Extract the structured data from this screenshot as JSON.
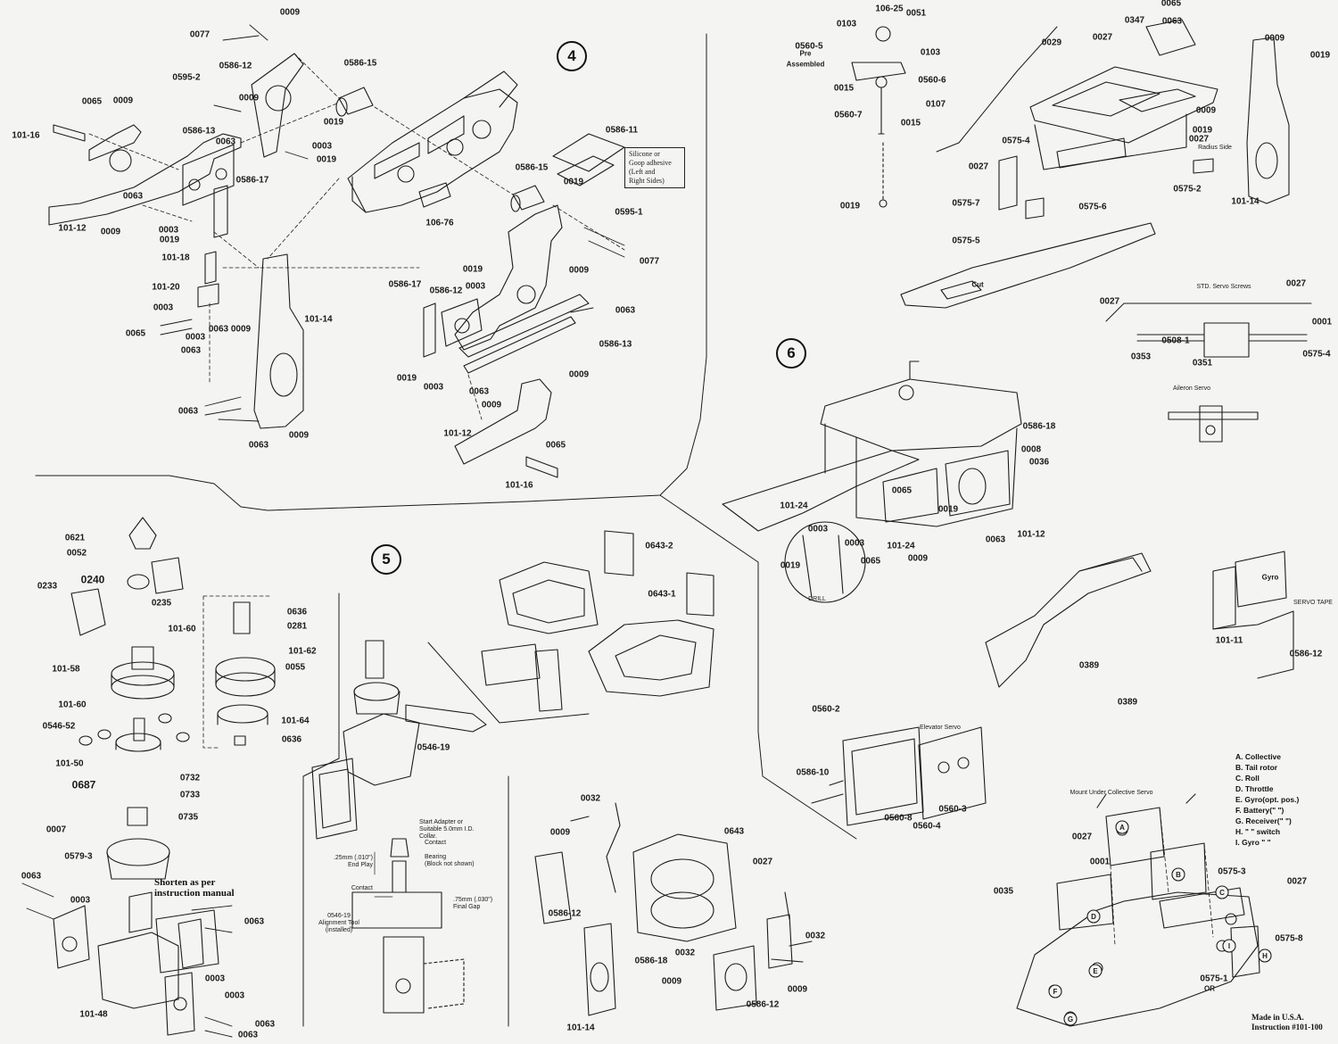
{
  "steps": {
    "s4": "4",
    "s5": "5",
    "s6": "6"
  },
  "notes": {
    "silicone": [
      "Silicone or",
      "Goop adhesive",
      "(Left and",
      "Right Sides)"
    ],
    "pre_assembled": [
      "Pre",
      "Assembled"
    ],
    "radius_side": "Radius Side",
    "cut": "Cut",
    "std_servo_screws": "STD. Servo Screws",
    "aileron_servo": "Aileron Servo",
    "drill": "DRILL",
    "elevator_servo": "Elevator Servo",
    "servo_tape": "SERVO TAPE",
    "gyro": "Gyro",
    "mount_under": "Mount Under Collective Servo",
    "shorten": [
      "Shorten as per",
      "instruction manual"
    ],
    "or": "OR",
    "start_adapter": [
      "Start Adapter or",
      "Suitable 5.0mm I.D.",
      "Collar."
    ],
    "contact": "Contact",
    "bearing": [
      "Bearing",
      "(Block not shown)"
    ],
    "end_play": [
      ".25mm (.010\")",
      "End Play"
    ],
    "contact2": "Contact",
    "final_gap": [
      ".75mm (.030\")",
      "Final Gap"
    ],
    "alignment_tool": [
      "0546-19",
      "Alignment Tool",
      "(installed)"
    ]
  },
  "legend": [
    "A. Collective",
    "B. Tail rotor",
    "C. Roll",
    "D. Throttle",
    "E. Gyro(opt. pos.)",
    "F. Battery(\" \")",
    "G. Receiver(\" \")",
    "H.    \"    \"  switch",
    "I. Gyro   \"   \""
  ],
  "footer": [
    "Made in U.S.A.",
    "Instruction #101-100"
  ],
  "parts": {
    "p4": {
      "a0009": "0009",
      "a0077": "0077",
      "a0586_12": "0586-12",
      "a0595_2": "0595-2",
      "a0586_15": "0586-15",
      "a0019": "0019",
      "a0065": "0065",
      "a0009b": "0009",
      "a101_16": "101-16",
      "a0586_13": "0586-13",
      "a0009c": "0009",
      "a0063": "0063",
      "a0003": "0003",
      "a0019b": "0019",
      "a0586_17": "0586-17",
      "a0063b": "0063",
      "a101_12": "101-12",
      "a0009d": "0009",
      "a0003b": "0003",
      "a0019c": "0019",
      "a101_18": "101-18",
      "a101_20": "101-20",
      "a0003c": "0003",
      "a0065b": "0065",
      "a0003d": "0003",
      "a0063c": "0063",
      "a0063d": "0063",
      "a0009e": "0009",
      "a101_14": "101-14",
      "a0063e": "0063",
      "a0063f": "0063",
      "a0009f": "0009",
      "a0586_11": "0586-11",
      "a0019d": "0019",
      "a0586_15b": "0586-15",
      "a0595_1": "0595-1",
      "a106_76": "106-76",
      "a0077b": "0077",
      "a0019e": "0019",
      "a0003e": "0003",
      "a0009g": "0009",
      "a0586_17b": "0586-17",
      "a0586_12b": "0586-12",
      "a0063g": "0063",
      "a0586_13b": "0586-13",
      "a0019f": "0019",
      "a0003f": "0003",
      "a0063h": "0063",
      "a0009h": "0009",
      "a0009i": "0009",
      "a0065c": "0065",
      "a101_12b": "101-12",
      "a101_16b": "101-16"
    },
    "p6": {
      "a0103": "0103",
      "a106_25": "106-25",
      "a0051": "0051",
      "a0560_5": "0560-5",
      "a0103b": "0103",
      "a0015": "0015",
      "a0560_6": "0560-6",
      "a0107": "0107",
      "a0560_7": "0560-7",
      "a0015b": "0015",
      "a0019": "0019",
      "a0065": "0065",
      "a0347": "0347",
      "a0063": "0063",
      "a0029": "0029",
      "a0027": "0027",
      "a0009": "0009",
      "a0019b": "0019",
      "a0009b": "0009",
      "a0019c": "0019",
      "a0575_4": "0575-4",
      "a0027b": "0027",
      "a0027c": "0027",
      "a0575_7": "0575-7",
      "a0575_6": "0575-6",
      "a0575_2": "0575-2",
      "a101_14": "101-14",
      "a0575_5": "0575-5",
      "a0027d": "0027",
      "a0027e": "0027",
      "a0001": "0001",
      "a0353": "0353",
      "a0508_1": "0508-1",
      "a0351": "0351",
      "a0575_4b": "0575-4",
      "a0586_18": "0586-18",
      "a0008": "0008",
      "a0036": "0036",
      "a101_24": "101-24",
      "a0065b": "0065",
      "a0019d": "0019",
      "a0003": "0003",
      "a0003b": "0003",
      "a0019e": "0019",
      "a0065c": "0065",
      "a101_24b": "101-24",
      "a0009c": "0009",
      "a0063b": "0063",
      "a101_12": "101-12",
      "a0389": "0389",
      "a0389b": "0389",
      "a101_11": "101-11",
      "a0586_12": "0586-12",
      "a0560_2": "0560-2",
      "a0586_10": "0586-10",
      "a0560_8": "0560-8",
      "a0560_3": "0560-3",
      "a0560_4": "0560-4",
      "a0027f": "0027",
      "a0001b": "0001",
      "a0035": "0035",
      "a0575_3": "0575-3",
      "a0027g": "0027",
      "a0575_8": "0575-8",
      "a0575_1": "0575-1"
    },
    "p5": {
      "a0621": "0621",
      "a0052": "0052",
      "a0233": "0233",
      "a0240": "0240",
      "a0235": "0235",
      "a0636": "0636",
      "a0281": "0281",
      "a101_60": "101-60",
      "a101_62": "101-62",
      "a101_58": "101-58",
      "a0055": "0055",
      "a101_60b": "101-60",
      "a101_64": "101-64",
      "a0546_52": "0546-52",
      "a0636b": "0636",
      "a101_50": "101-50",
      "a0732": "0732",
      "a0687": "0687",
      "a0733": "0733",
      "a0735": "0735",
      "a0007": "0007",
      "a0579_3": "0579-3",
      "a0063": "0063",
      "a0003": "0003",
      "a0063b": "0063",
      "a0003b": "0003",
      "a101_48": "101-48",
      "a0003c": "0003",
      "a0063c": "0063",
      "a0063d": "0063",
      "a0546_19": "0546-19",
      "a0643_2": "0643-2",
      "a0643_1": "0643-1",
      "a0032": "0032",
      "a0009": "0009",
      "a0643": "0643",
      "a0027": "0027",
      "a0586_12": "0586-12",
      "a0586_18": "0586-18",
      "a0032b": "0032",
      "a0009b": "0009",
      "a0032c": "0032",
      "a101_14": "101-14",
      "a0586_12b": "0586-12",
      "a0009c": "0009"
    }
  }
}
